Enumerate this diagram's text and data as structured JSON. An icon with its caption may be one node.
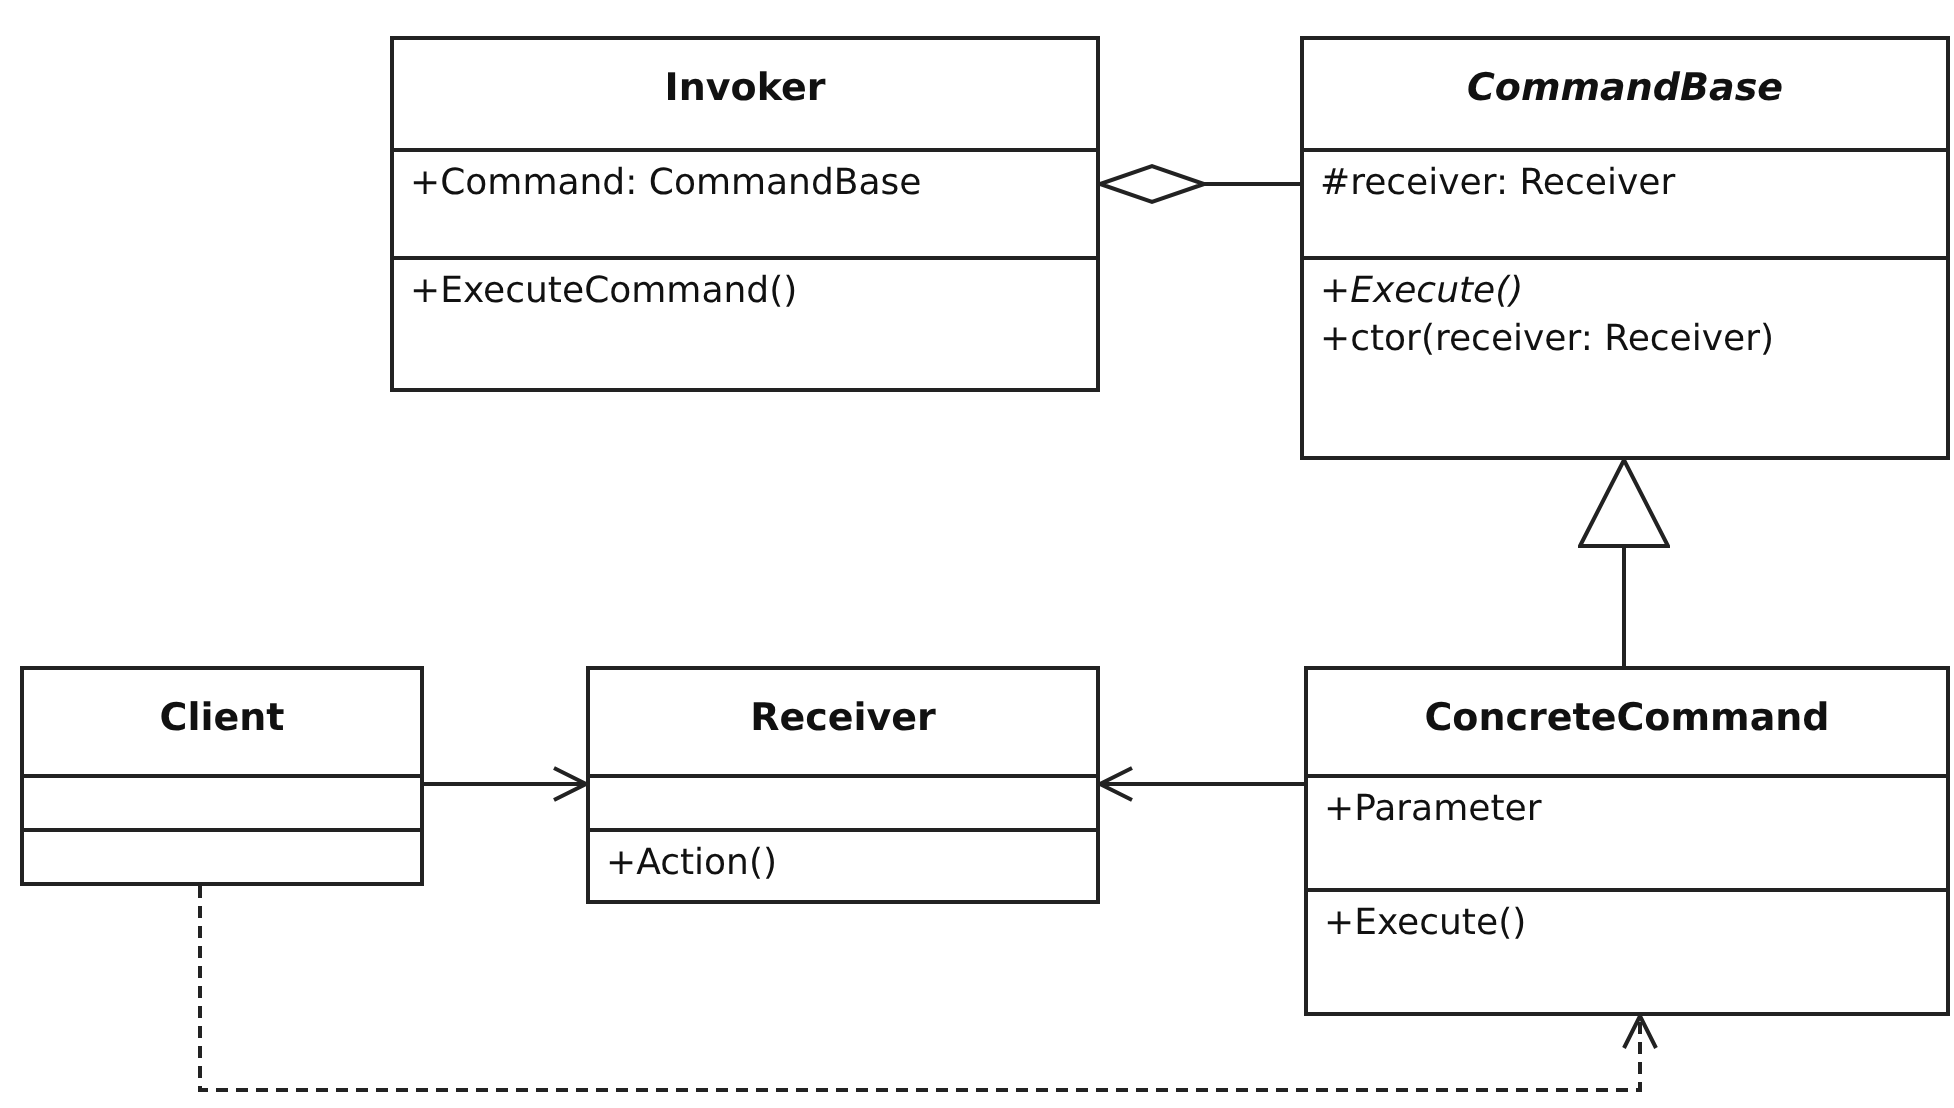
{
  "diagram": {
    "nodes": [
      {
        "text": [
          "Invoker",
          "+Command: CommandBase",
          "+ExecuteCommand()"
        ]
      },
      {
        "text": [
          "CommandBase",
          "#receiver: Receiver",
          "+Execute()",
          "+ctor(receiver: Receiver)"
        ]
      },
      {
        "text": [
          "Client"
        ]
      },
      {
        "text": [
          "Receiver",
          "+Action()"
        ]
      },
      {
        "text": [
          "ConcreteCommand",
          "+Parameter",
          "+Execute()"
        ]
      }
    ],
    "edges": [
      {
        "from": 0,
        "to": 1,
        "arrow": "other"
      },
      {
        "from": 4,
        "to": 1,
        "arrow": "to"
      },
      {
        "from": 2,
        "to": 3,
        "arrow": "to"
      },
      {
        "from": 4,
        "to": 3,
        "arrow": "to"
      },
      {
        "from": 2,
        "to": 4,
        "arrow": "to",
        "style": "dashed"
      }
    ]
  }
}
